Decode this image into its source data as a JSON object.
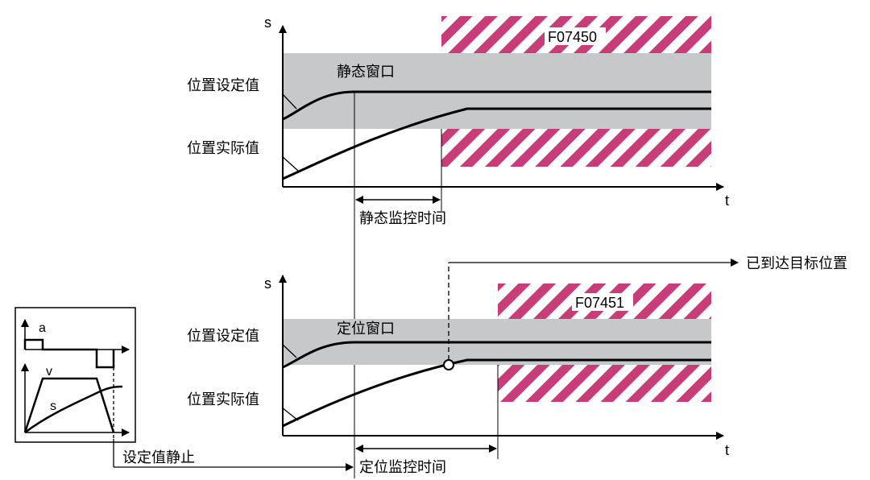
{
  "colors": {
    "band": "#c6c8ca",
    "hatch": "#c83c78",
    "ink": "#000000"
  },
  "top_diagram": {
    "y_axis": "s",
    "x_axis": "t",
    "error_code": "F07450",
    "window_label": "静态窗口",
    "setpoint_label": "位置设定值",
    "actual_label": "位置实际值",
    "time_label": "静态监控时间"
  },
  "bottom_diagram": {
    "y_axis": "s",
    "x_axis": "t",
    "error_code": "F07451",
    "window_label": "定位窗口",
    "setpoint_label": "位置设定值",
    "actual_label": "位置实际值",
    "time_label": "定位监控时间",
    "reached_label": "已到达目标位置"
  },
  "inset": {
    "a_label": "a",
    "v_label": "v",
    "s_label": "s"
  },
  "setpoint_stop_label": "设定值静止"
}
